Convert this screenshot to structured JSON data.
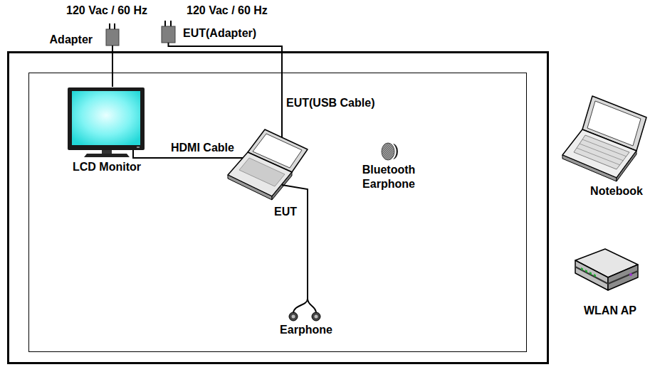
{
  "diagram": {
    "nodes": [
      {
        "text": [
          "120 Vac / 60 Hz",
          "Adapter"
        ]
      },
      {
        "text": [
          "120 Vac / 60 Hz",
          "EUT(Adapter)"
        ]
      },
      {
        "text": [
          "LCD Monitor"
        ]
      },
      {
        "text": [
          "EUT"
        ]
      },
      {
        "text": [
          "Bluetooth Earphone"
        ]
      },
      {
        "text": [
          "Earphone"
        ]
      },
      {
        "text": [
          "Notebook"
        ]
      },
      {
        "text": [
          "WLAN AP"
        ]
      }
    ],
    "edges": [
      {
        "from": 0,
        "to": 2,
        "arrow": "none"
      },
      {
        "from": 1,
        "to": 3,
        "label": "EUT(USB Cable)",
        "arrow": "none"
      },
      {
        "from": 2,
        "to": 3,
        "label": "HDMI Cable",
        "arrow": "none"
      },
      {
        "from": 3,
        "to": 5,
        "arrow": "none"
      }
    ]
  }
}
